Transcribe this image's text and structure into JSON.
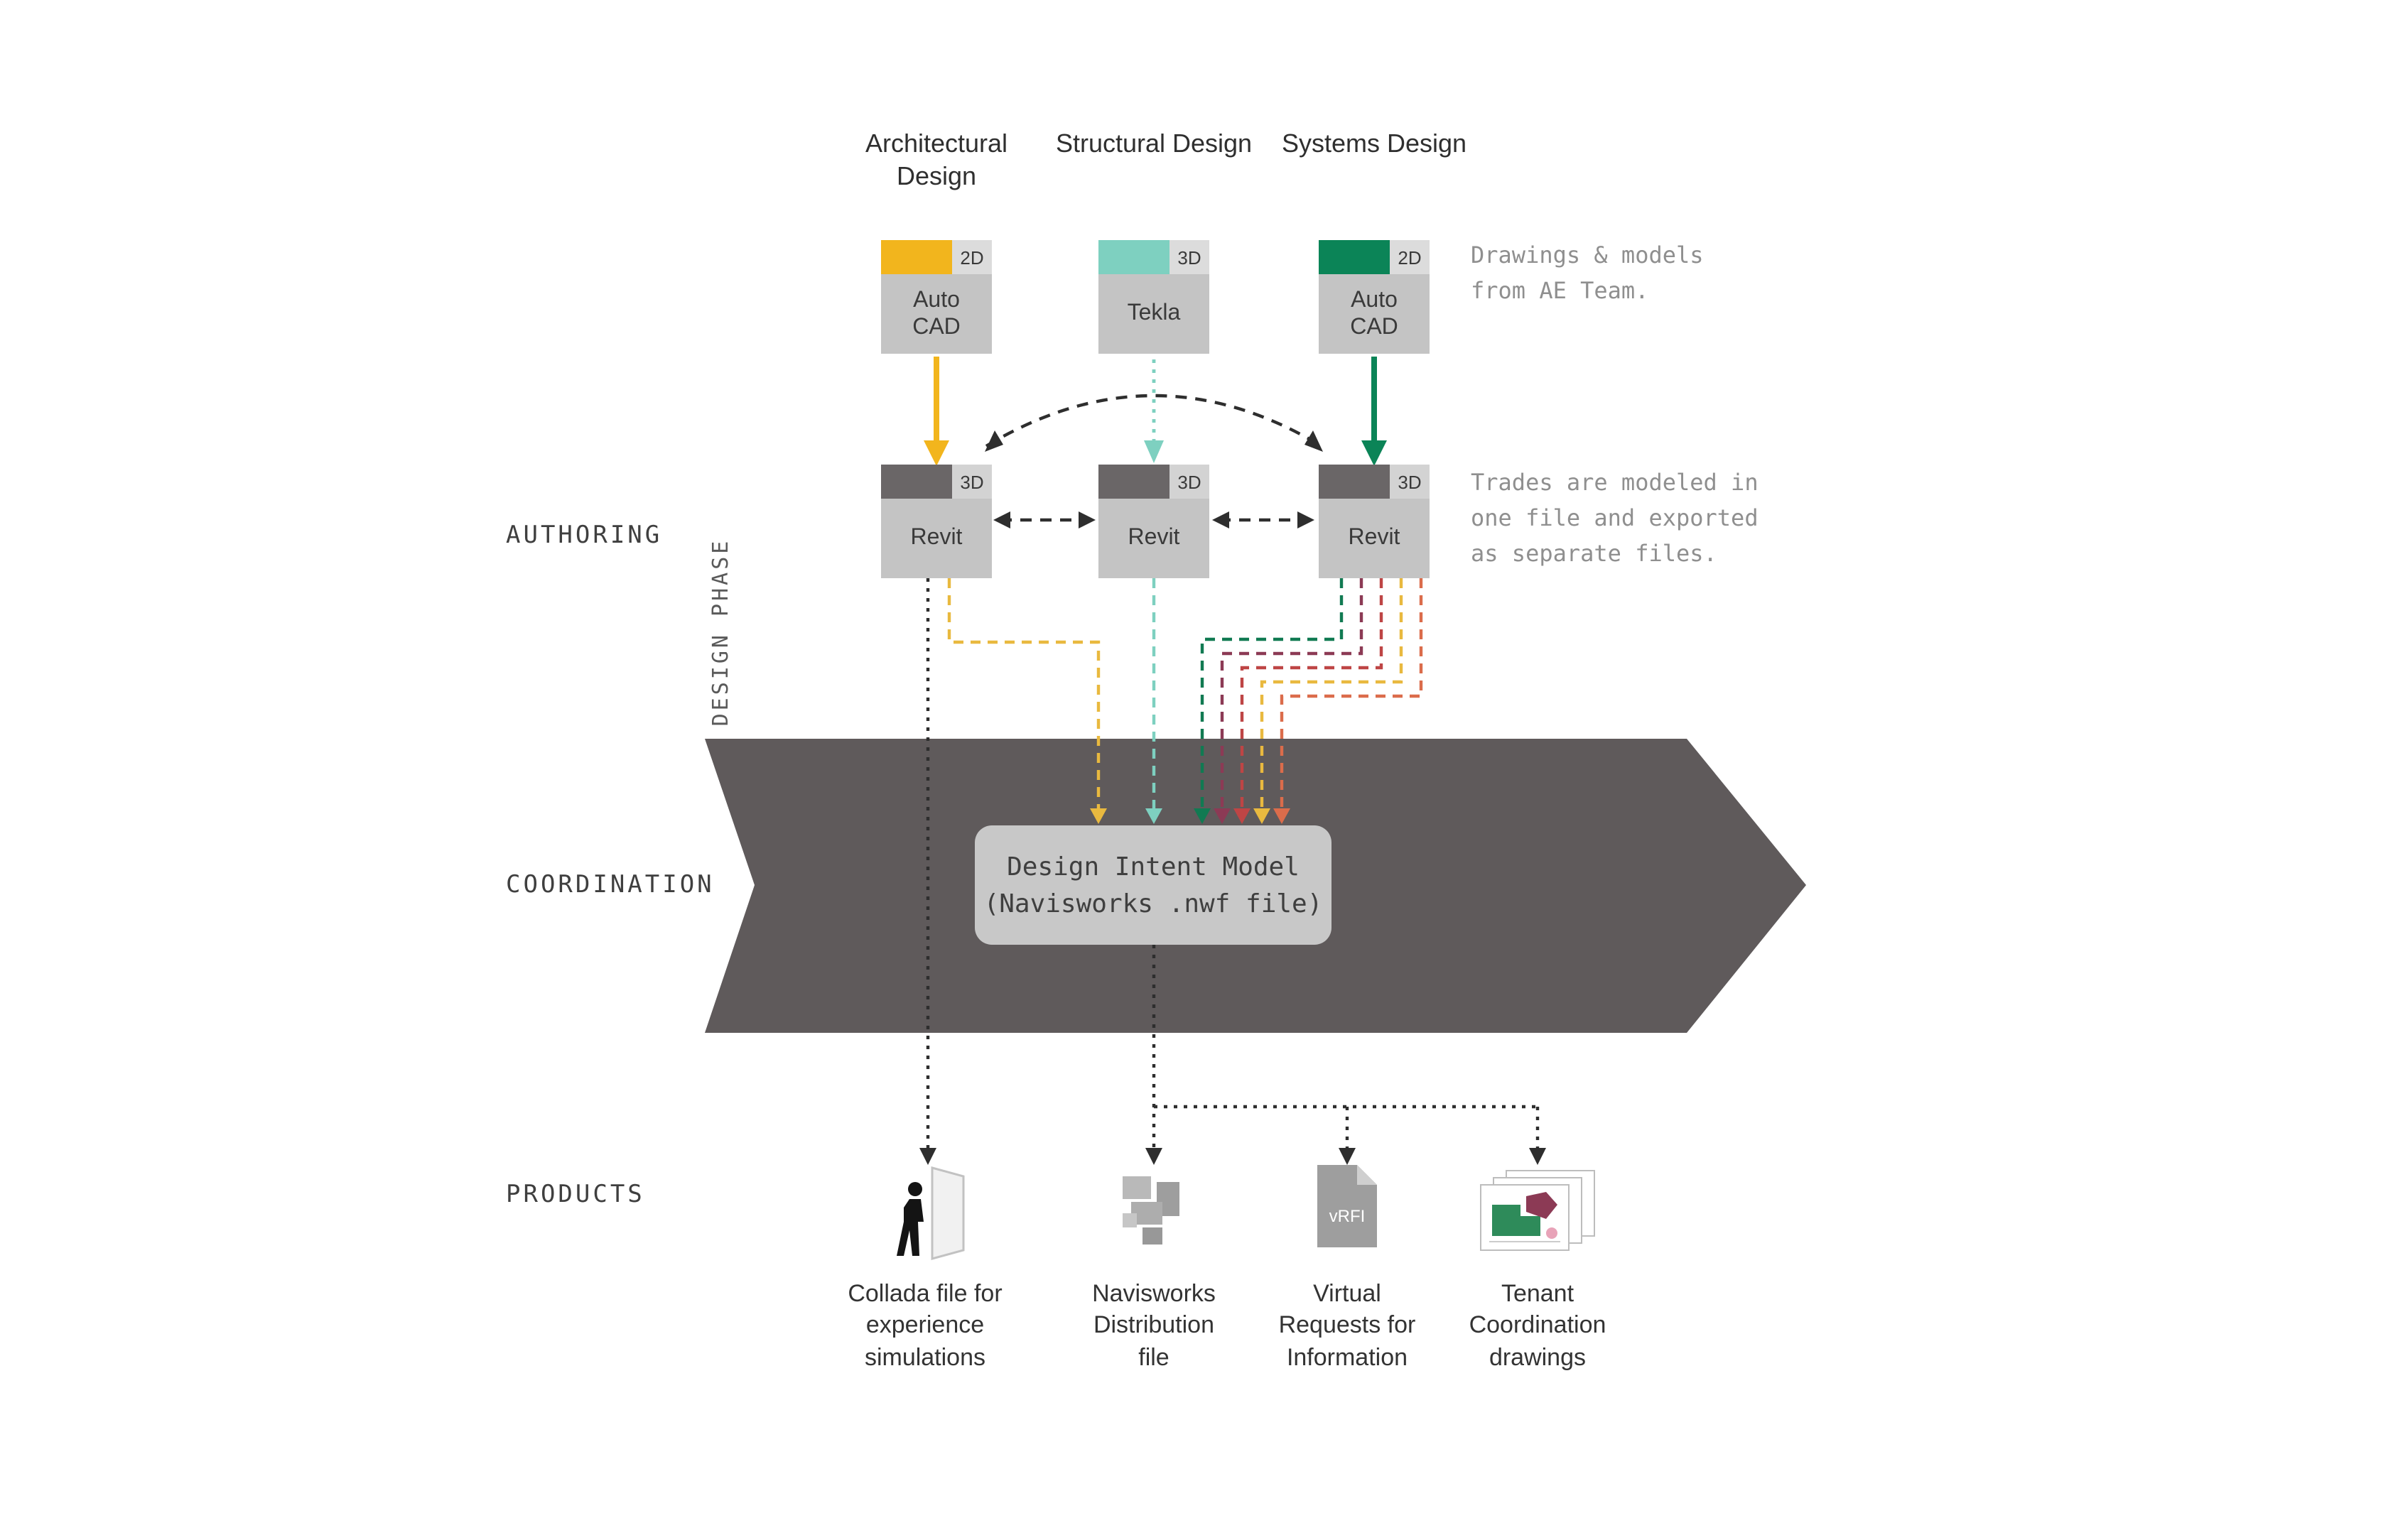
{
  "colors": {
    "architectural_accent": "#F2B51D",
    "structural_accent": "#7ED0C0",
    "systems_accent": "#0B8457",
    "maroon_line": "#8C3A55",
    "red_line": "#BE4545",
    "orange_line": "#DB6C4B",
    "coordination_band": "#5F5A5B",
    "box_gray": "#C4C4C4",
    "chip_gray": "#DCDCDC",
    "revit_strip": "#6A6667"
  },
  "columns": [
    {
      "header": "Architectural Design",
      "tool": {
        "name": "Auto CAD",
        "dim": "2D"
      },
      "authoring": {
        "name": "Revit",
        "dim": "3D"
      }
    },
    {
      "header": "Structural Design",
      "tool": {
        "name": "Tekla",
        "dim": "3D"
      },
      "authoring": {
        "name": "Revit",
        "dim": "3D"
      }
    },
    {
      "header": "Systems Design",
      "tool": {
        "name": "Auto CAD",
        "dim": "2D"
      },
      "authoring": {
        "name": "Revit",
        "dim": "3D"
      }
    }
  ],
  "annotations": {
    "top": "Drawings & models from AE Team.",
    "authoring": "Trades are modeled in one file and exported as separate files."
  },
  "sections": {
    "authoring": "AUTHORING",
    "coordination": "COORDINATION",
    "products": "PRODUCTS",
    "phase": "DESIGN PHASE"
  },
  "intent_box": {
    "line1": "Design Intent Model",
    "line2": "(Navisworks .nwf file)"
  },
  "products": [
    {
      "label": "Collada file for experience simulations",
      "icon": "walking-person-door-icon"
    },
    {
      "label": "Navisworks Distribution file",
      "icon": "navisworks-model-icon"
    },
    {
      "label": "Virtual Requests for Information",
      "icon": "vrfi-document-icon",
      "badge": "vRFI"
    },
    {
      "label": "Tenant Coordination drawings",
      "icon": "stacked-drawings-icon"
    }
  ]
}
